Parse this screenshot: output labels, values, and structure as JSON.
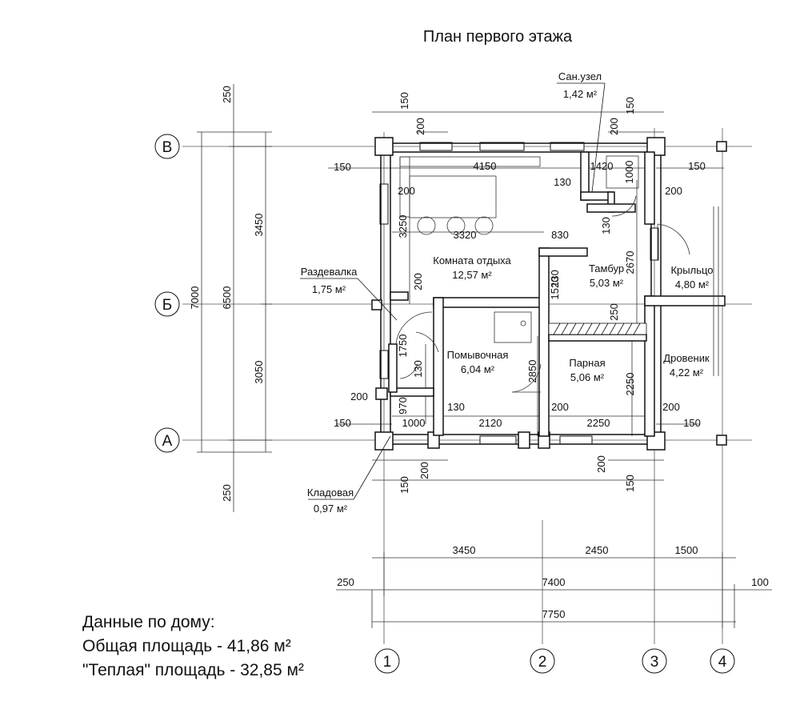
{
  "title": "План первого этажа",
  "axes": {
    "rows": [
      "В",
      "Б",
      "А"
    ],
    "cols": [
      "1",
      "2",
      "3",
      "4"
    ]
  },
  "rooms": [
    {
      "id": "rest",
      "name": "Комната отдыха",
      "area": "12,57 м²"
    },
    {
      "id": "tambur",
      "name": "Тамбур",
      "area": "5,03 м²"
    },
    {
      "id": "porch",
      "name": "Крыльцо",
      "area": "4,80 м²"
    },
    {
      "id": "wash",
      "name": "Помывочная",
      "area": "6,04 м²"
    },
    {
      "id": "steam",
      "name": "Парная",
      "area": "5,06 м²"
    },
    {
      "id": "wood",
      "name": "Дровеник",
      "area": "4,22 м²"
    }
  ],
  "callouts": [
    {
      "id": "wc",
      "name": "Сан.узел",
      "area": "1,42 м²"
    },
    {
      "id": "dressing",
      "name": "Раздевалка",
      "area": "1,75 м²"
    },
    {
      "id": "storage",
      "name": "Кладовая",
      "area": "0,97 м²"
    }
  ],
  "dims": {
    "top_left_150": "150",
    "top_200a": "200",
    "top_right_150": "150",
    "top_200b": "200",
    "bottom_150a": "150",
    "bottom_200a": "200",
    "bottom_200b": "200",
    "bottom_150b": "150",
    "left_250_top": "250",
    "left_250_bot": "250",
    "v3450": "3450",
    "v3050": "3050",
    "v7000": "7000",
    "v6500": "6500",
    "in_150_left": "150",
    "in_4150": "4150",
    "in_1420": "1420",
    "in_150_right": "150",
    "in_130a": "130",
    "in_1000": "1000",
    "in_200a": "200",
    "in_200b": "200",
    "in_3250": "3250",
    "in_3320": "3320",
    "in_830": "830",
    "in_130b": "130",
    "in_2670": "2670",
    "in_200c": "200",
    "in_130c": "130",
    "in_1520": "1520",
    "in_250": "250",
    "in_1750": "1750",
    "in_130d": "130",
    "in_2850": "2850",
    "in_2250v": "2250",
    "in_200d": "200",
    "in_970": "970",
    "in_200e": "200",
    "in_130e": "130",
    "in_200f": "200",
    "in_200g": "200",
    "in_150b": "150",
    "in_1000b": "1000",
    "in_2120": "2120",
    "in_2250h": "2250",
    "in_150c": "150",
    "b_3450": "3450",
    "b_2450": "2450",
    "b_1500": "1500",
    "b_250": "250",
    "b_7400": "7400",
    "b_100": "100",
    "b_7750": "7750"
  },
  "house_data": {
    "heading": "Данные по дому:",
    "total": "Общая площадь - 41,86 м²",
    "warm": "\"Теплая\" площадь - 32,85 м²"
  }
}
